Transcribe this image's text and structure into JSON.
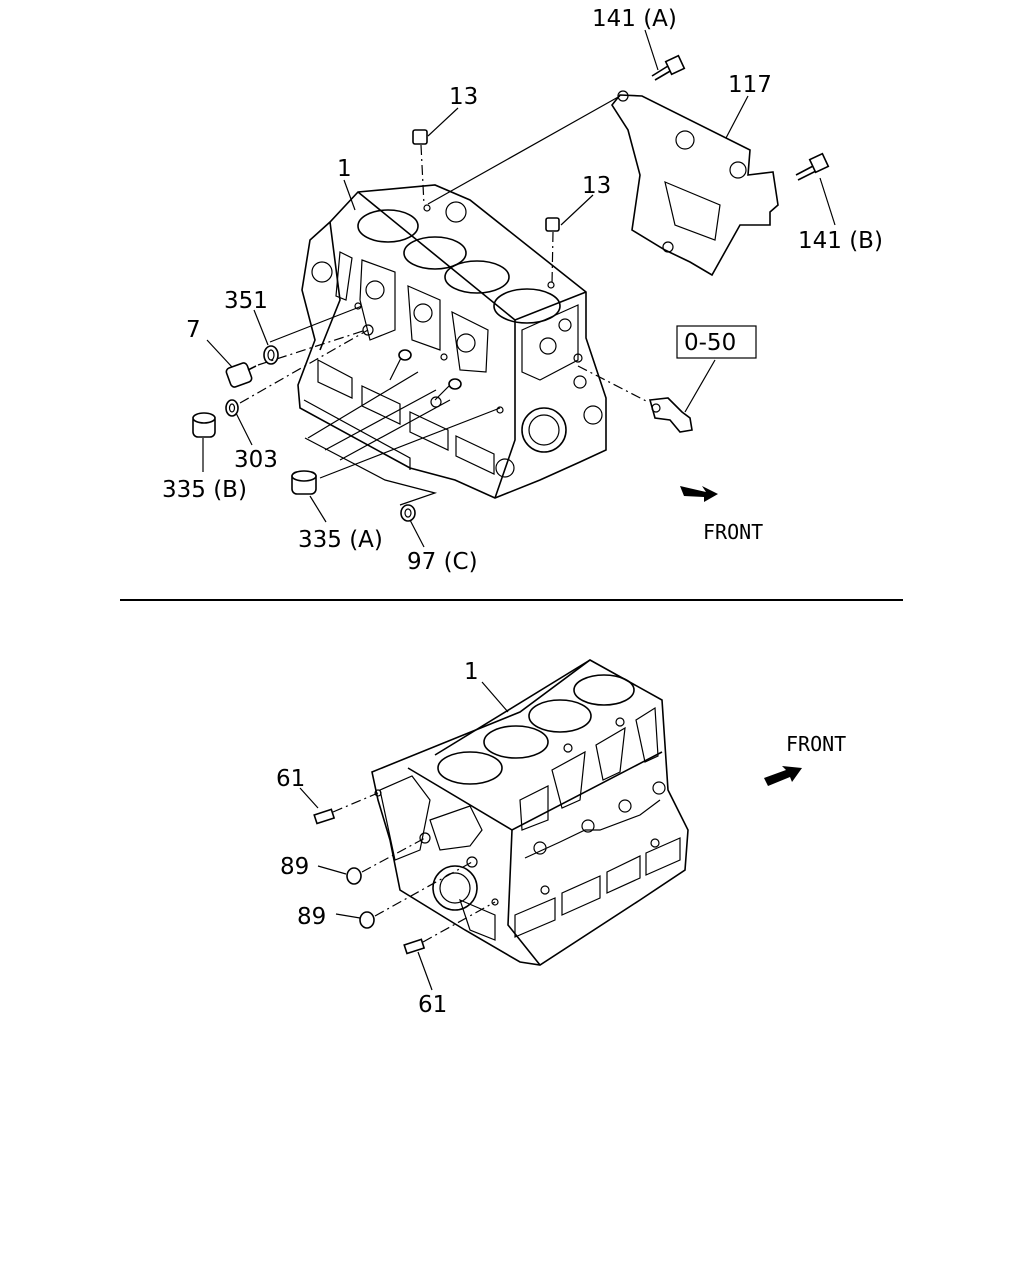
{
  "top": {
    "labels": {
      "l141a": "141 (A)",
      "l13a": "13",
      "l117": "117",
      "l1": "1",
      "l13b": "13",
      "l141b": "141 (B)",
      "l351": "351",
      "l7": "7",
      "l050": "0-50",
      "l303": "303",
      "l335b": "335 (B)",
      "l335a": "335 (A)",
      "l97c": "97 (C)",
      "front": "FRONT"
    }
  },
  "bottom": {
    "labels": {
      "l1": "1",
      "front": "FRONT",
      "l61a": "61",
      "l89a": "89",
      "l89b": "89",
      "l61b": "61"
    }
  }
}
